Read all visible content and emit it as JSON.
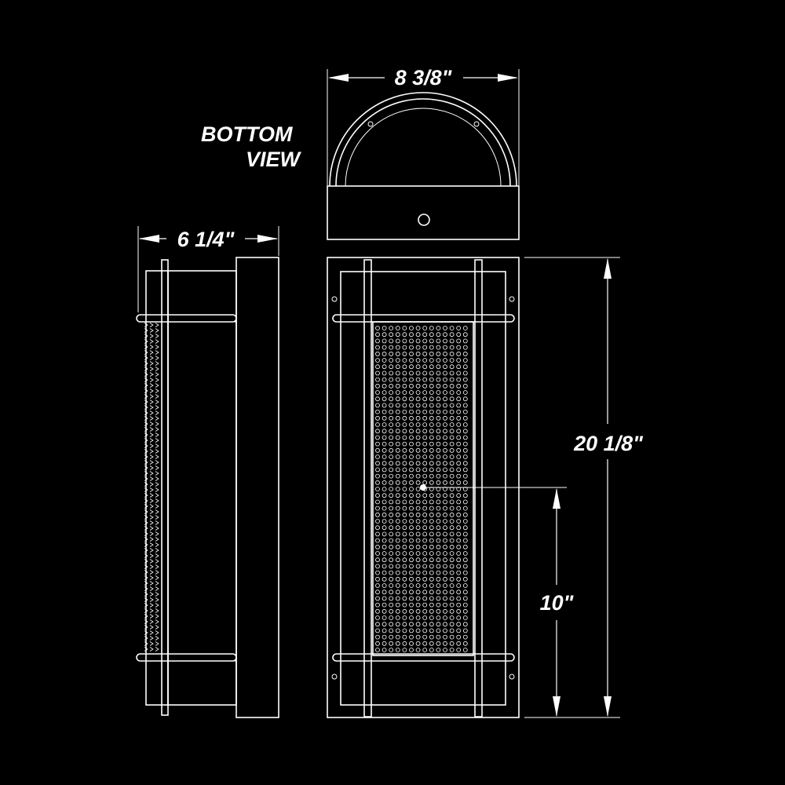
{
  "labels": {
    "bottom_view_line1": "BOTTOM",
    "bottom_view_line2": "VIEW"
  },
  "dimensions": {
    "width": "8 3/8\"",
    "depth": "6 1/4\"",
    "height": "20 1/8\"",
    "center_height": "10\""
  },
  "colors": {
    "background": "#000000",
    "line": "#ffffff"
  }
}
